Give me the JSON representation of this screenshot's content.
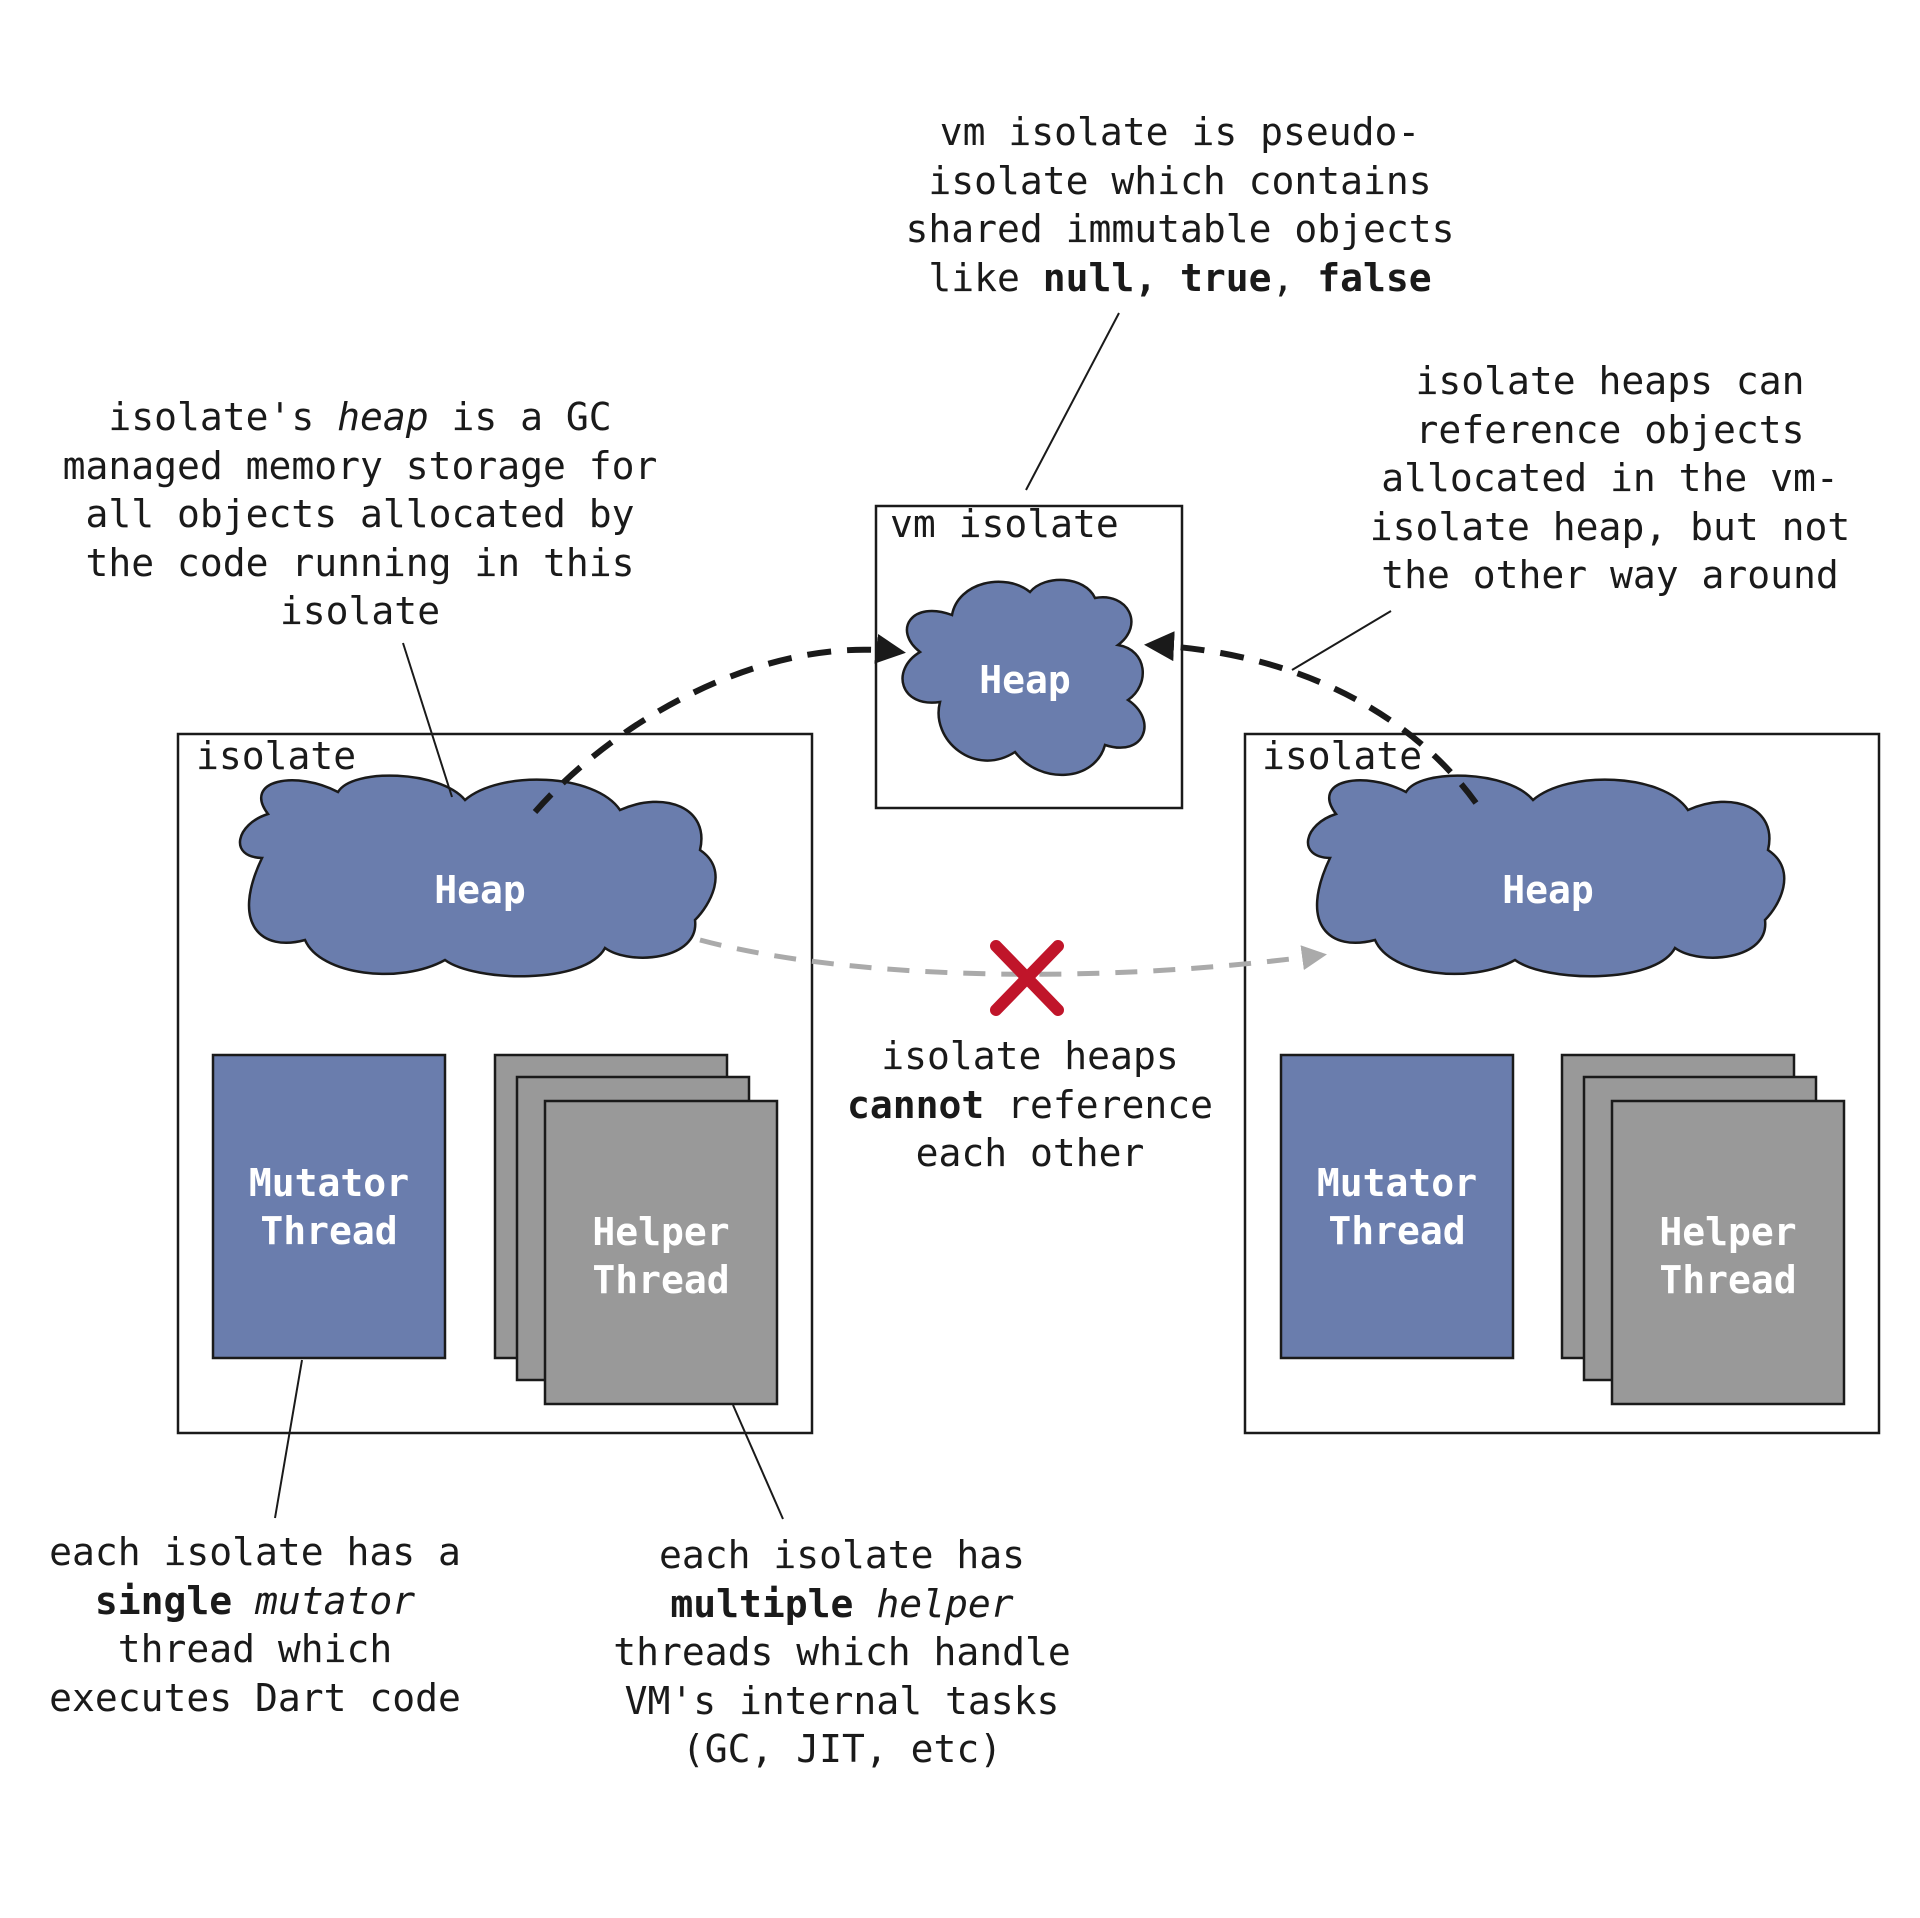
{
  "colors": {
    "heap_fill": "#6a7dad",
    "mutator_fill": "#6a7dad",
    "helper_fill": "#999999",
    "stroke": "#1a1a1a",
    "forbidden_arrow": "#aaaaaa",
    "cross": "#c0152a"
  },
  "vm_isolate": {
    "title": "vm isolate",
    "heap_label": "Heap"
  },
  "left_isolate": {
    "title": "isolate",
    "heap_label": "Heap",
    "mutator_label": [
      "Mutator",
      "Thread"
    ],
    "helper_label": [
      "Helper",
      "Thread"
    ]
  },
  "right_isolate": {
    "title": "isolate",
    "heap_label": "Heap",
    "mutator_label": [
      "Mutator",
      "Thread"
    ],
    "helper_label": [
      "Helper",
      "Thread"
    ]
  },
  "notes": {
    "vm_isolate": {
      "l1": "vm isolate is pseudo-",
      "l2": "isolate which contains",
      "l3": "shared immutable objects",
      "l4_pre": "like ",
      "l4_b1": "null,",
      "l4_s1": " ",
      "l4_b2": "true",
      "l4_s2": ", ",
      "l4_b3": "false"
    },
    "heap": {
      "l1_pre": "isolate's ",
      "l1_i": "heap",
      "l1_post": " is a GC",
      "l2": "managed memory storage for",
      "l3": "all objects allocated by",
      "l4": "the code running in this",
      "l5": "isolate"
    },
    "vm_refs": {
      "l1": "isolate heaps can",
      "l2": "reference objects",
      "l3": "allocated in the vm-",
      "l4": "isolate heap, but not",
      "l5": "the other way around"
    },
    "cannot": {
      "l1": "isolate heaps",
      "l2_b": "cannot",
      "l2_post": " reference",
      "l3": "each other"
    },
    "mutator": {
      "l1": "each isolate has a",
      "l2_b": "single",
      "l2_s": " ",
      "l2_i": "mutator",
      "l3": "thread which",
      "l4": "executes Dart code"
    },
    "helper": {
      "l1": "each isolate has",
      "l2_b": "multiple",
      "l2_s": " ",
      "l2_i": "helper",
      "l3": "threads which handle",
      "l4": "VM's internal tasks",
      "l5": "(GC, JIT, etc)"
    }
  }
}
